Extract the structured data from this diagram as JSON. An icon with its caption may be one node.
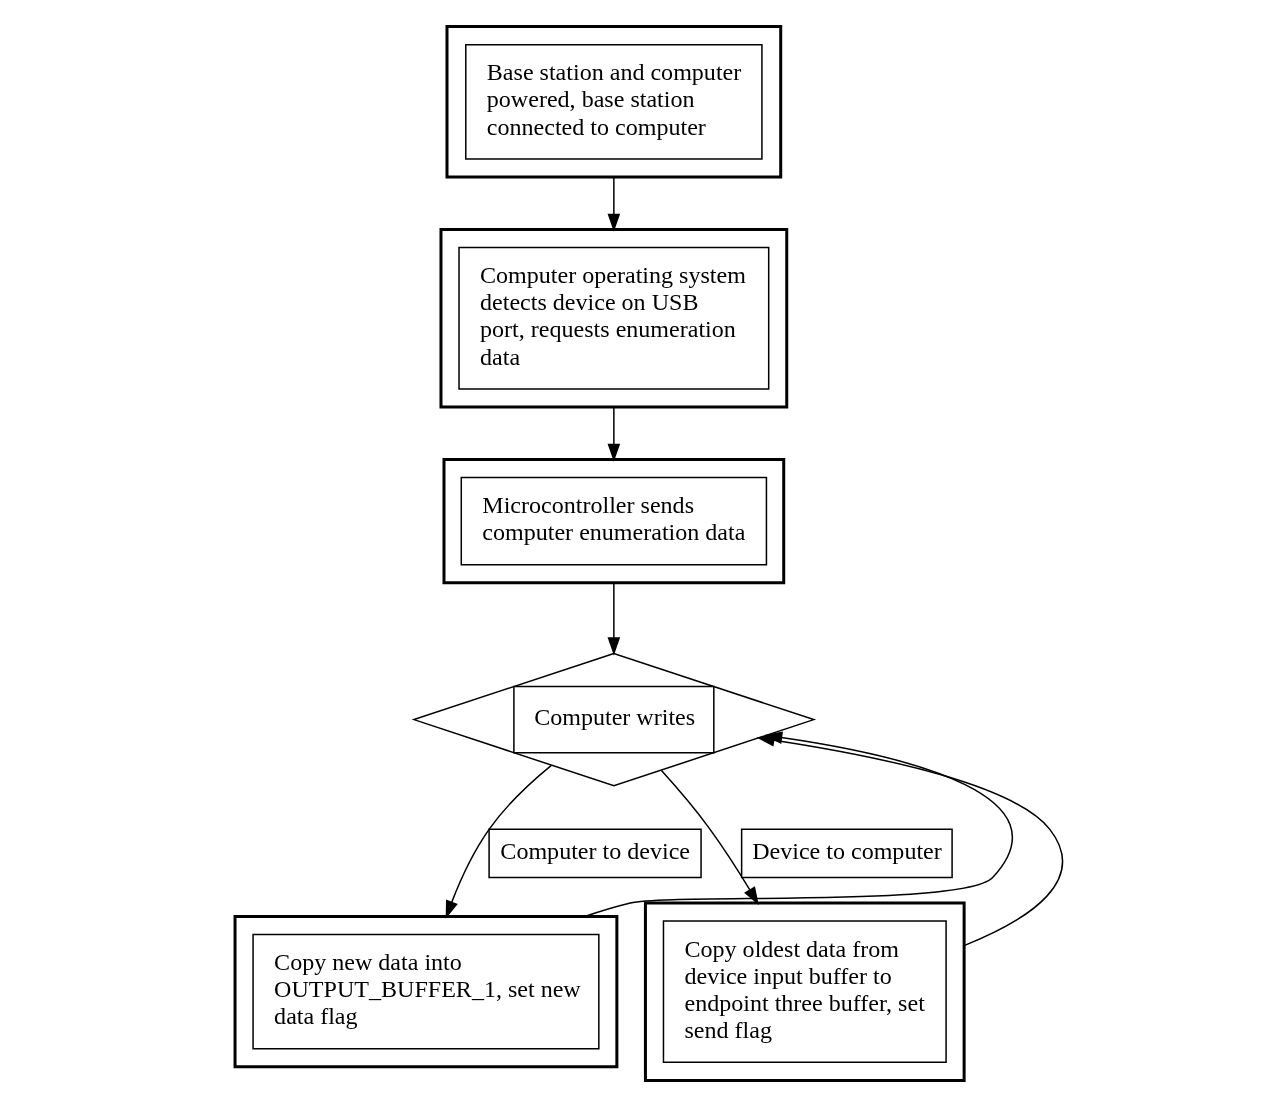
{
  "diagram": {
    "nodes": [
      {
        "text": [],
        "shape": "box"
      },
      {
        "text": [
          "Base station and computer powered, base station connected to computer"
        ],
        "in": 0
      },
      {
        "text": [],
        "shape": "box"
      },
      {
        "text": [
          "Computer operating system detects device on USB port, requests enumeration data"
        ],
        "in": 2
      },
      {
        "text": [],
        "shape": "box"
      },
      {
        "text": [
          "Microcontroller sends computer enumeration data"
        ],
        "in": 4
      },
      {
        "text": [
          "Computer writes"
        ]
      },
      {
        "text": [],
        "shape": "box"
      },
      {
        "text": [
          "Copy new data into OUTPUT_BUFFER_1, set new data flag"
        ],
        "in": 7
      },
      {
        "text": [],
        "shape": "box"
      },
      {
        "text": [
          "Copy oldest data from device input buffer to endpoint three buffer, set send flag"
        ],
        "in": 9
      }
    ],
    "edges": [
      {
        "from": 0,
        "to": 2,
        "arrow": "to"
      },
      {
        "from": 2,
        "to": 4,
        "arrow": "to"
      },
      {
        "from": 4,
        "to": 6,
        "arrow": "to"
      },
      {
        "from": 6,
        "to": 7,
        "arrow": "to",
        "label": "Computer to device"
      },
      {
        "from": 6,
        "to": 9,
        "arrow": "to",
        "label": "Device to computer"
      },
      {
        "from": 7,
        "to": 6,
        "arrow": "to"
      },
      {
        "from": 9,
        "to": 6,
        "arrow": "to"
      }
    ]
  }
}
